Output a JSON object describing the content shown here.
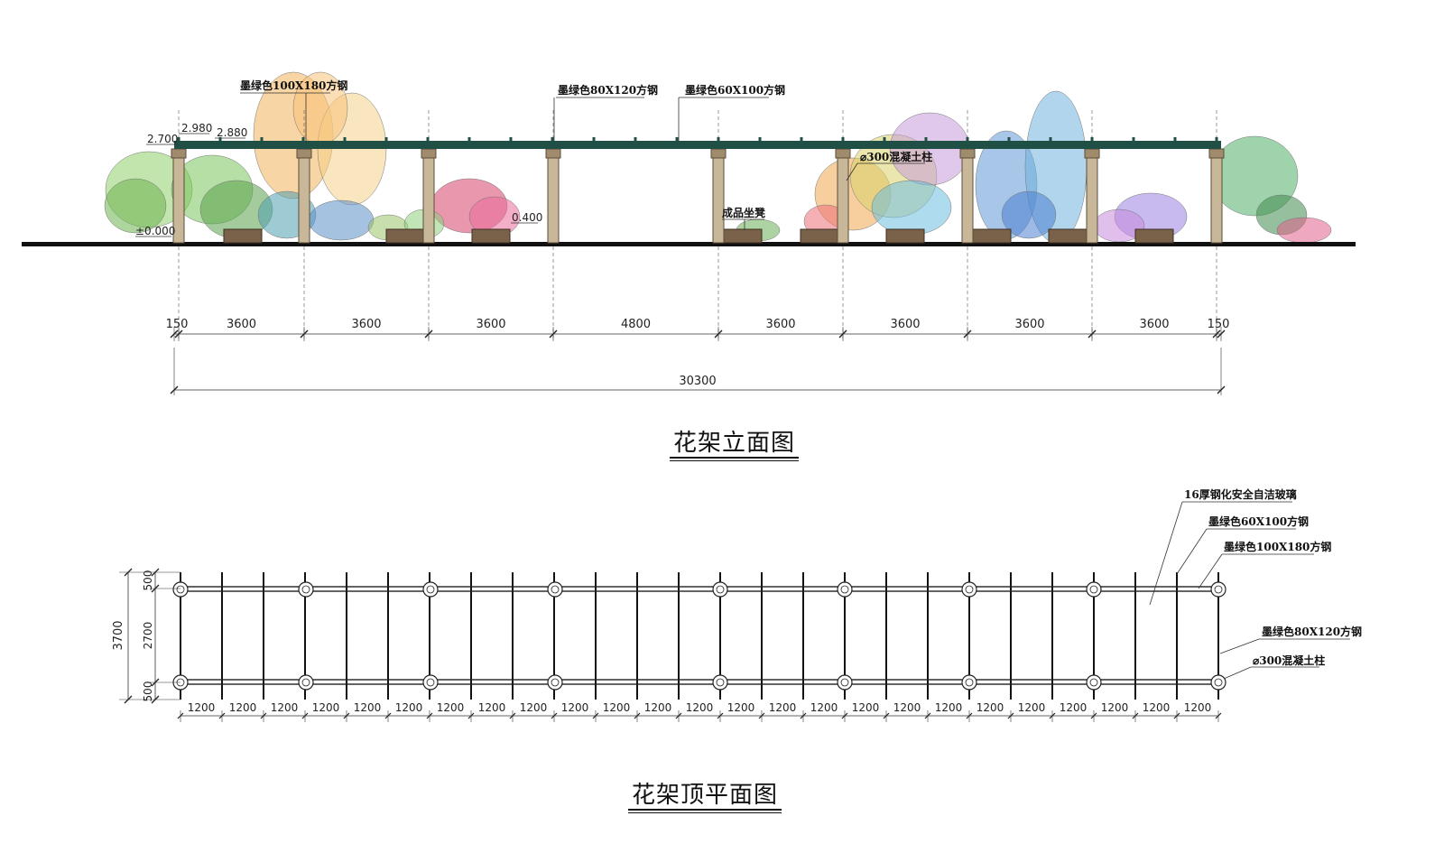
{
  "elevation": {
    "title": "花架立面图",
    "labels": {
      "beam_100x180": "墨绿色100X180方钢",
      "beam_80x120": "墨绿色80X120方钢",
      "beam_60x100": "墨绿色60X100方钢",
      "column": "⌀300混凝土柱",
      "bench": "成品坐凳"
    },
    "levels": {
      "top": "2.980",
      "mid": "2.880",
      "eave": "2.700",
      "seat": "0.400",
      "ground": "±0.000"
    },
    "spans": [
      "150",
      "3600",
      "3600",
      "3600",
      "4800",
      "3600",
      "3600",
      "3600",
      "3600",
      "150"
    ],
    "total": "30300"
  },
  "plan": {
    "title": "花架顶平面图",
    "labels": {
      "glass": "16厚钢化安全自洁玻璃",
      "beam_60x100": "墨绿色60X100方钢",
      "beam_100x180": "墨绿色100X180方钢",
      "beam_80x120": "墨绿色80X120方钢",
      "column": "⌀300混凝土柱"
    },
    "left_dims": {
      "total": "3700",
      "top": "500",
      "middle": "2700",
      "bottom": "500"
    },
    "bay_value": "1200",
    "bay_count": 25
  },
  "colors": {
    "beam": "#1f4f45",
    "column": "#c9b79a",
    "ground": "#111111",
    "bench": "#7a6149"
  }
}
